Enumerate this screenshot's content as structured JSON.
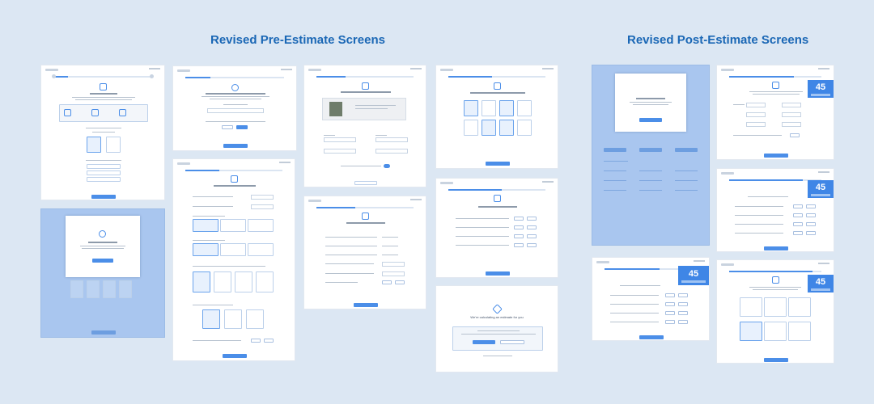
{
  "headings": {
    "pre": "Revised Pre-Estimate Screens",
    "post": "Revised Post-Estimate Screens"
  },
  "screens": {
    "calculating": {
      "title": "We're calculating an estimate for you"
    },
    "price_card": {
      "value": "45"
    }
  },
  "colors": {
    "background": "#dce7f3",
    "heading": "#1a67b5",
    "accent": "#4b8ee8",
    "overlay": "#a9c6ef"
  }
}
